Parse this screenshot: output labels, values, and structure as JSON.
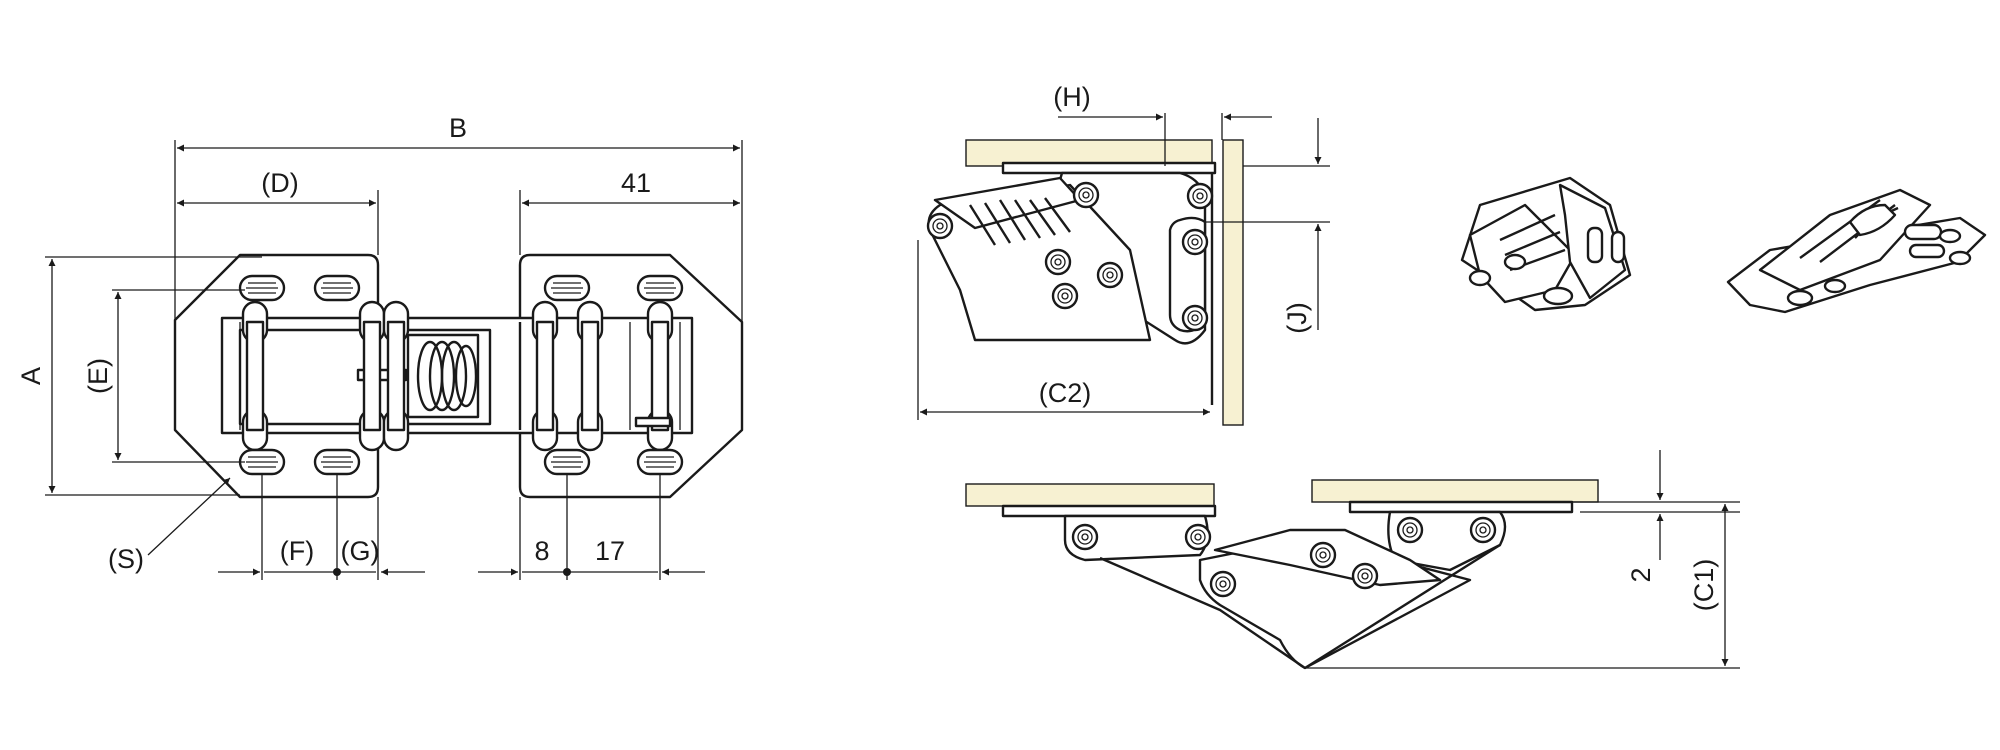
{
  "diagram": {
    "labels": {
      "B": "B",
      "D": "(D)",
      "dim_41": "41",
      "A": "A",
      "E": "(E)",
      "S": "(S)",
      "F": "(F)",
      "G": "(G)",
      "dim_8": "8",
      "dim_17": "17",
      "H": "(H)",
      "J": "(J)",
      "C2": "(C2)",
      "dim_2": "2",
      "C1": "(C1)"
    },
    "colors": {
      "line": "#1a1a1a",
      "wood_panel": "#f7f1d2",
      "background": "#ffffff"
    }
  }
}
